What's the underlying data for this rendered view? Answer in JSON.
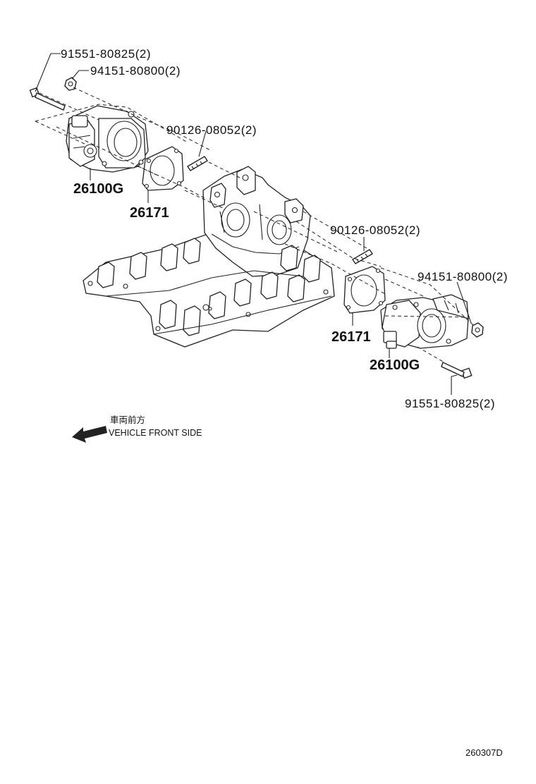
{
  "labels": {
    "bolt_upper": "91551-80825(2)",
    "nut_upper": "94151-80800(2)",
    "stud_upper": "90126-08052(2)",
    "throttle_body_upper": "26100G",
    "gasket_upper": "26171",
    "stud_lower": "90126-08052(2)",
    "nut_lower": "94151-80800(2)",
    "gasket_lower": "26171",
    "throttle_body_lower": "26100G",
    "bolt_lower": "91551-80825(2)"
  },
  "direction": {
    "japanese": "車両前方",
    "english": "VEHICLE FRONT SIDE"
  },
  "reference_code": "260307D"
}
